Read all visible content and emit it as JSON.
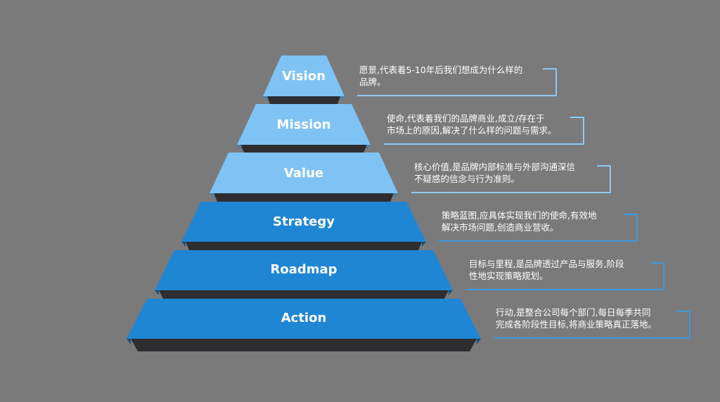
{
  "tiers": [
    {
      "label": "Vision",
      "desc_line1": "愿景,代表着5-10年后我们想成为什么样的",
      "desc_line2": "品牌。"
    },
    {
      "label": "Mission",
      "desc_line1": "使命,代表着我们的品牌商业,成立/存在于",
      "desc_line2": "市场上的原因,解决了什么样的问题与需求。"
    },
    {
      "label": "Value",
      "desc_line1": "核心价值,是品牌内部标准与外部沟通深信",
      "desc_line2": "不疑惑的信念与行为准则。"
    },
    {
      "label": "Strategy",
      "desc_line1": "策略蓝图,应具体实现我们的使命,有效地",
      "desc_line2": "解决市场问题,创造商业营收。"
    },
    {
      "label": "Roadmap",
      "desc_line1": "目标与里程,是品牌透过产品与服务,阶段",
      "desc_line2": "性地实现策略规划。"
    },
    {
      "label": "Action",
      "desc_line1": "行动,是整合公司每个部门,每日每季共同",
      "desc_line2": "完成各阶段性目标,将商业策略真正落地。"
    }
  ],
  "colors": {
    "background": "#7a7a7b",
    "light_tier": "#7ec3f4",
    "dark_tier": "#1f86d4",
    "shadow": "#2e2e30",
    "bracket_light": "#8fcaf2",
    "bracket_dark": "#3b98dc"
  }
}
